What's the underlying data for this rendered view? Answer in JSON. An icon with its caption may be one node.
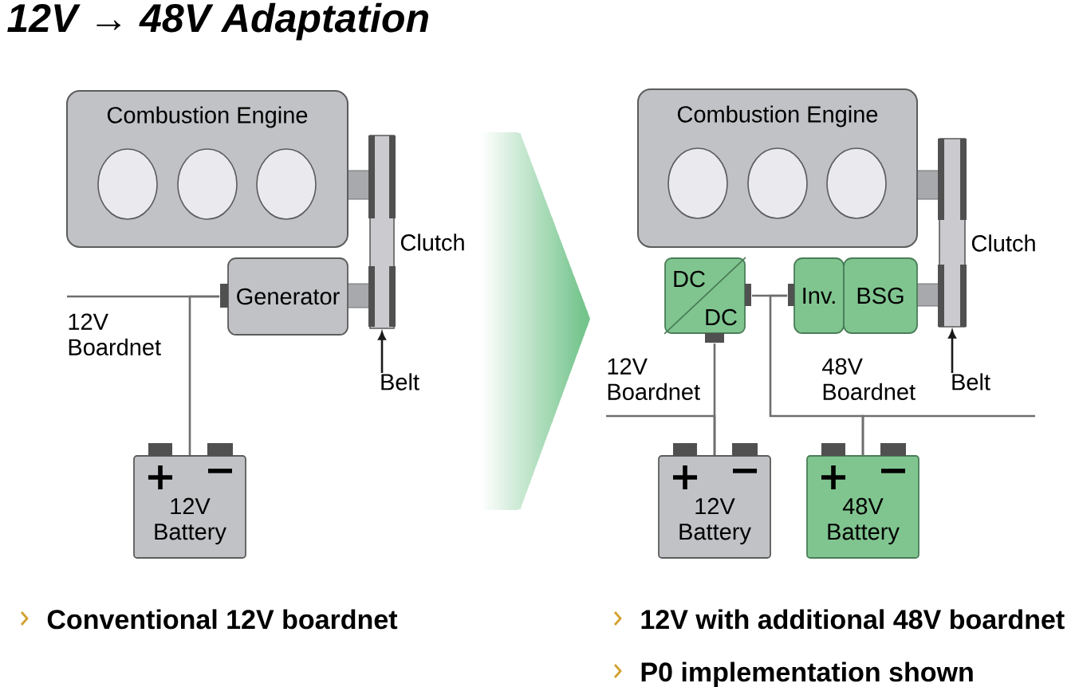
{
  "diagram": {
    "title": "12V → 48V Adaptation",
    "nodes": [
      {
        "text": [
          "Combustion Engine"
        ]
      },
      {
        "text": [
          "Generator"
        ]
      },
      {
        "text": [],
        "shape": "bar",
        "beside": [
          "Clutch"
        ]
      },
      {
        "text": [
          "Belt"
        ]
      },
      {
        "text": [
          "+",
          "−",
          "12V Battery"
        ]
      },
      {
        "text": [
          "Combustion Engine"
        ]
      },
      {
        "text": [
          "DC",
          "DC"
        ]
      },
      {
        "text": [
          "Inv."
        ]
      },
      {
        "text": [
          "BSG"
        ]
      },
      {
        "text": [],
        "shape": "bar",
        "beside": [
          "Clutch"
        ]
      },
      {
        "text": [
          "Belt"
        ]
      },
      {
        "text": [
          "+",
          "−",
          "12V Battery"
        ]
      },
      {
        "text": [
          "+",
          "−",
          "48V Battery"
        ]
      }
    ],
    "edges": [
      {
        "from": null,
        "to": 1,
        "arrow": "none"
      },
      {
        "from": 4,
        "to": 1,
        "arrow": "none"
      },
      {
        "from": 3,
        "to": 2,
        "arrow": "to",
        "color": "#1a1a1a"
      },
      {
        "from": 6,
        "to": 7,
        "arrow": "none"
      },
      {
        "from": 7,
        "to": 12,
        "arrow": "none"
      },
      {
        "from": null,
        "to": 12,
        "arrow": "none"
      },
      {
        "from": 6,
        "to": 11,
        "arrow": "none"
      },
      {
        "from": null,
        "to": 11,
        "arrow": "none"
      },
      {
        "from": 10,
        "to": 9,
        "arrow": "to",
        "color": "#1a1a1a"
      }
    ],
    "labels": [
      "12V Boardnet",
      "12V Boardnet",
      "48V Boardnet",
      "Conventional 12V boardnet",
      "12V with additional 48V boardnet",
      "P0 implementation shown"
    ]
  }
}
